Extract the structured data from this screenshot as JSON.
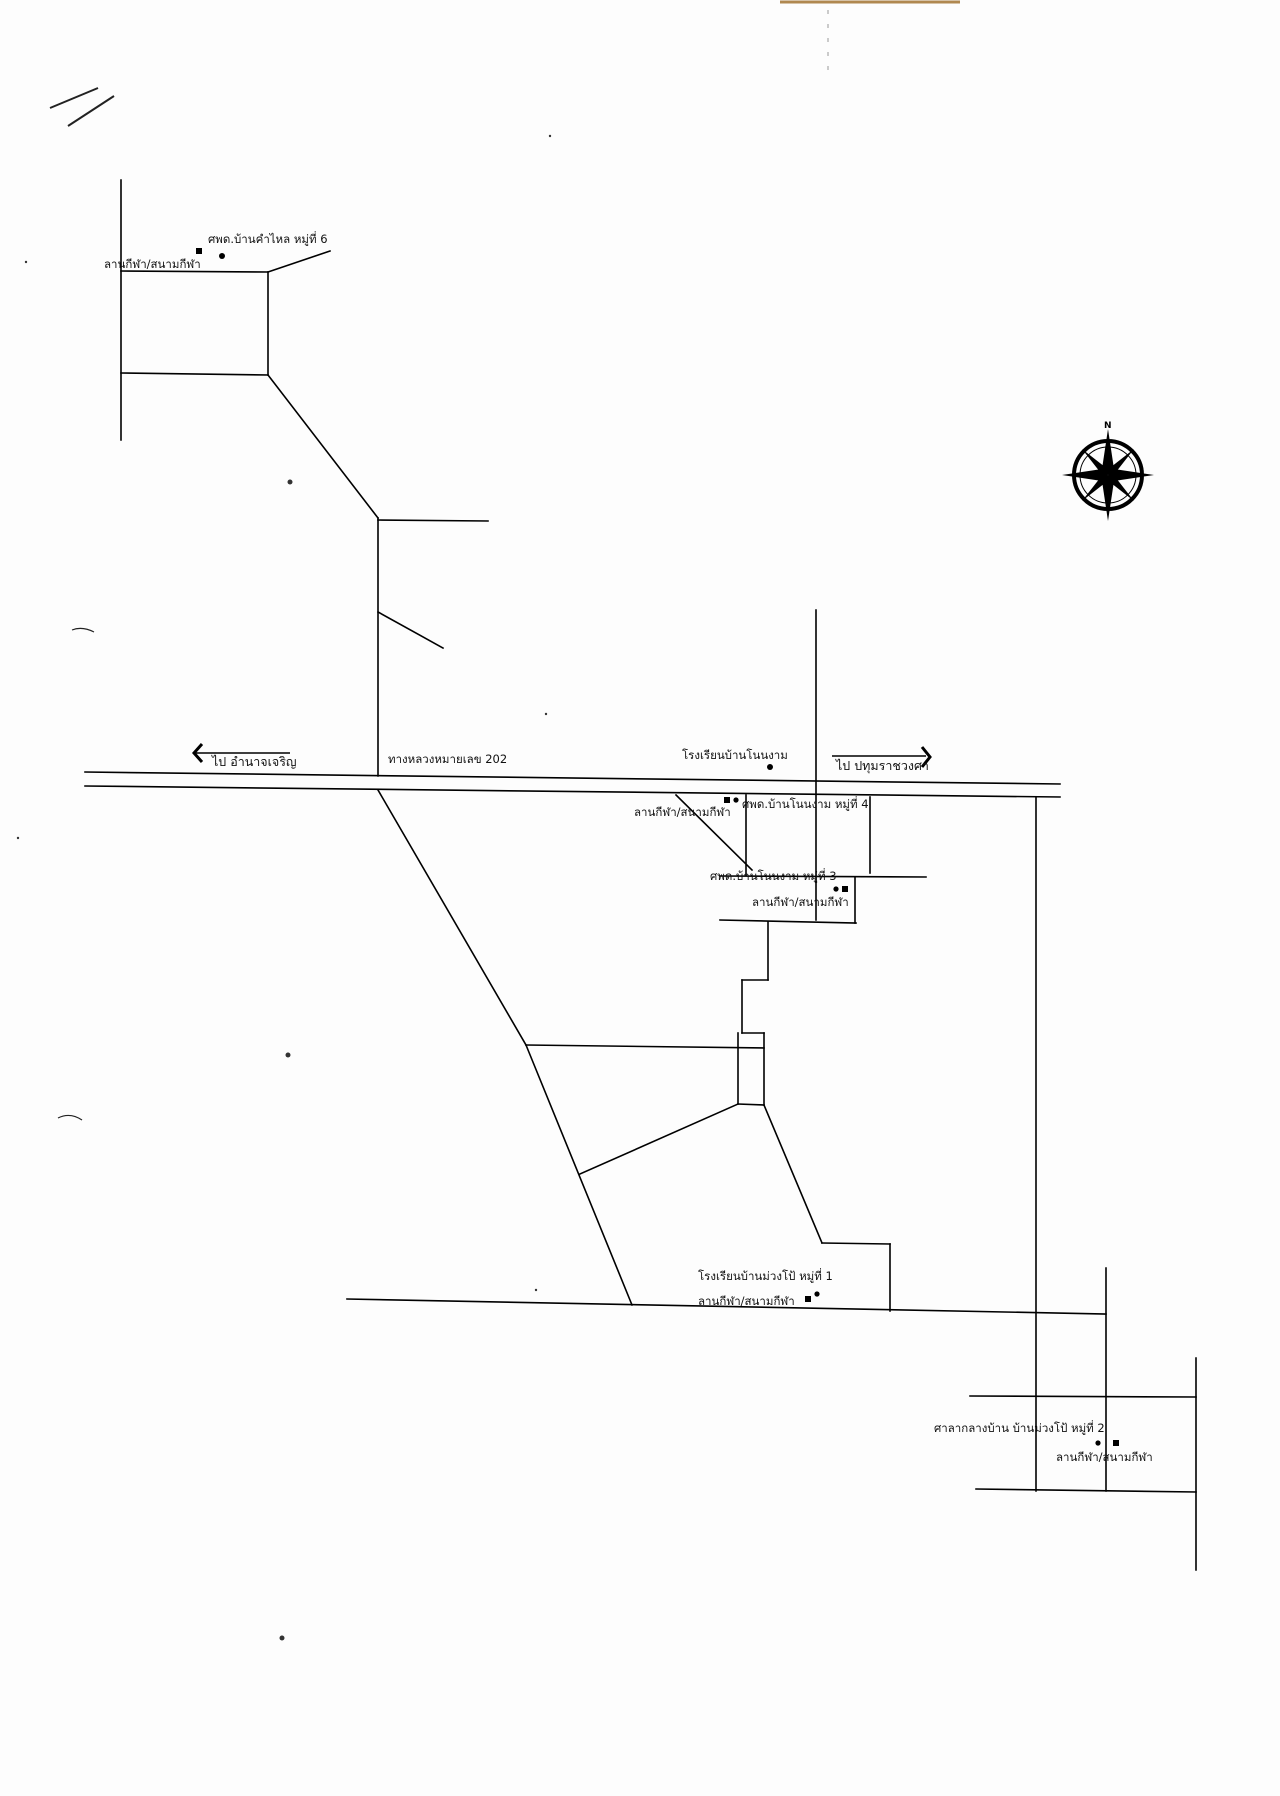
{
  "map": {
    "highway_label": "ทางหลวงหมายเลข 202",
    "to_west": "ไป อำนาจเจริญ",
    "to_east": "ไป ปทุมราชวงศา",
    "compass_letter": "N",
    "colors": {
      "ink": "#000000",
      "paper": "#fdfdfd"
    }
  },
  "places": {
    "center_village6": "ศพด.บ้านคำไหล หมู่ที่ 6",
    "field_village6": "ลานกีฬา/สนามกีฬา",
    "school_nonngam": "โรงเรียนบ้านโนนงาม",
    "center_village4": "ศพด.บ้านโนนงาม หมู่ที่ 4",
    "field_village4": "ลานกีฬา/สนามกีฬา",
    "center_village3": "ศพด.บ้านโนนงาม หมู่ที่ 3",
    "field_village3": "ลานกีฬา/สนามกีฬา",
    "school_village1": "โรงเรียนบ้านม่วงโป้ หมู่ที่ 1",
    "field_village1": "ลานกีฬา/สนามกีฬา",
    "hall_village2": "ศาลากลางบ้าน บ้านม่วงโป้ หมู่ที่ 2",
    "field_village2": "ลานกีฬา/สนามกีฬา"
  },
  "legend_icons": [
    "point-marker-icon",
    "square-marker-icon",
    "compass-rose-icon",
    "arrow-left-icon",
    "arrow-right-icon"
  ]
}
